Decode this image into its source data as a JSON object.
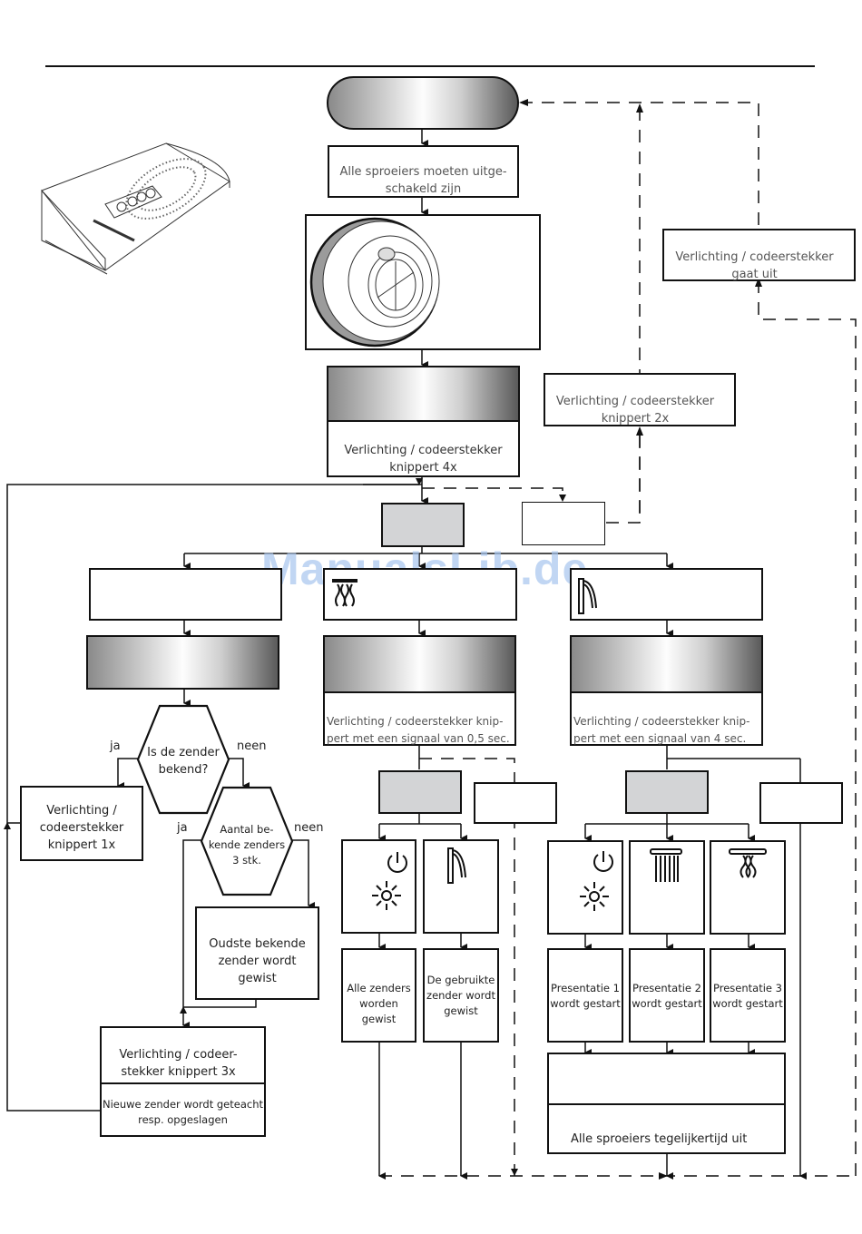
{
  "watermark": "ManualsLib.de",
  "nodes": {
    "start_pill": "",
    "all_off_required": "Alle sproeiers moeten uitge-\nschakeld zijn",
    "flash_4x": "Verlichting / codeerstekker\nknippert 4x",
    "flash_2x": "Verlichting / codeerstekker\nknippert 2x",
    "goes_off": "Verlichting / codeerstekker\ngaat uit",
    "signal_05": "Verlichting / codeerstekker knip-\npert met een signaal van 0,5 sec.",
    "signal_4": "Verlichting / codeerstekker knip-\npert met een signaal van 4 sec.",
    "decision_known": "Is de zender\nbekend?",
    "decision_count": "Aantal be-\nkende zenders\n3 stk.",
    "label_yes": "ja",
    "label_no": "neen",
    "flash_1x": "Verlichting /\ncodeerstekker\nknippert 1x",
    "oldest_deleted": "Oudste bekende\nzender wordt\ngewist",
    "flash_3x": "Verlichting / codeer-\nstekker knippert 3x",
    "new_saved": "Nieuwe zender wordt geteacht\nresp. opgeslagen",
    "all_deleted": "Alle zenders\nworden gewist",
    "used_deleted": "De gebruikte\nzender wordt\ngewist",
    "pres1": "Presentatie 1\nwordt gestart",
    "pres2": "Presentatie 2\nwordt gestart",
    "pres3": "Presentatie 3\nwordt gestart",
    "all_off": "Alle sproeiers tegelijkertijd uit"
  },
  "icons": [
    "shower-panel-illustration",
    "remote-button-illustration",
    "rain-shower-icon",
    "waterfall-icon",
    "power-icon",
    "light-icon",
    "rain-icon",
    "mist-icon"
  ]
}
